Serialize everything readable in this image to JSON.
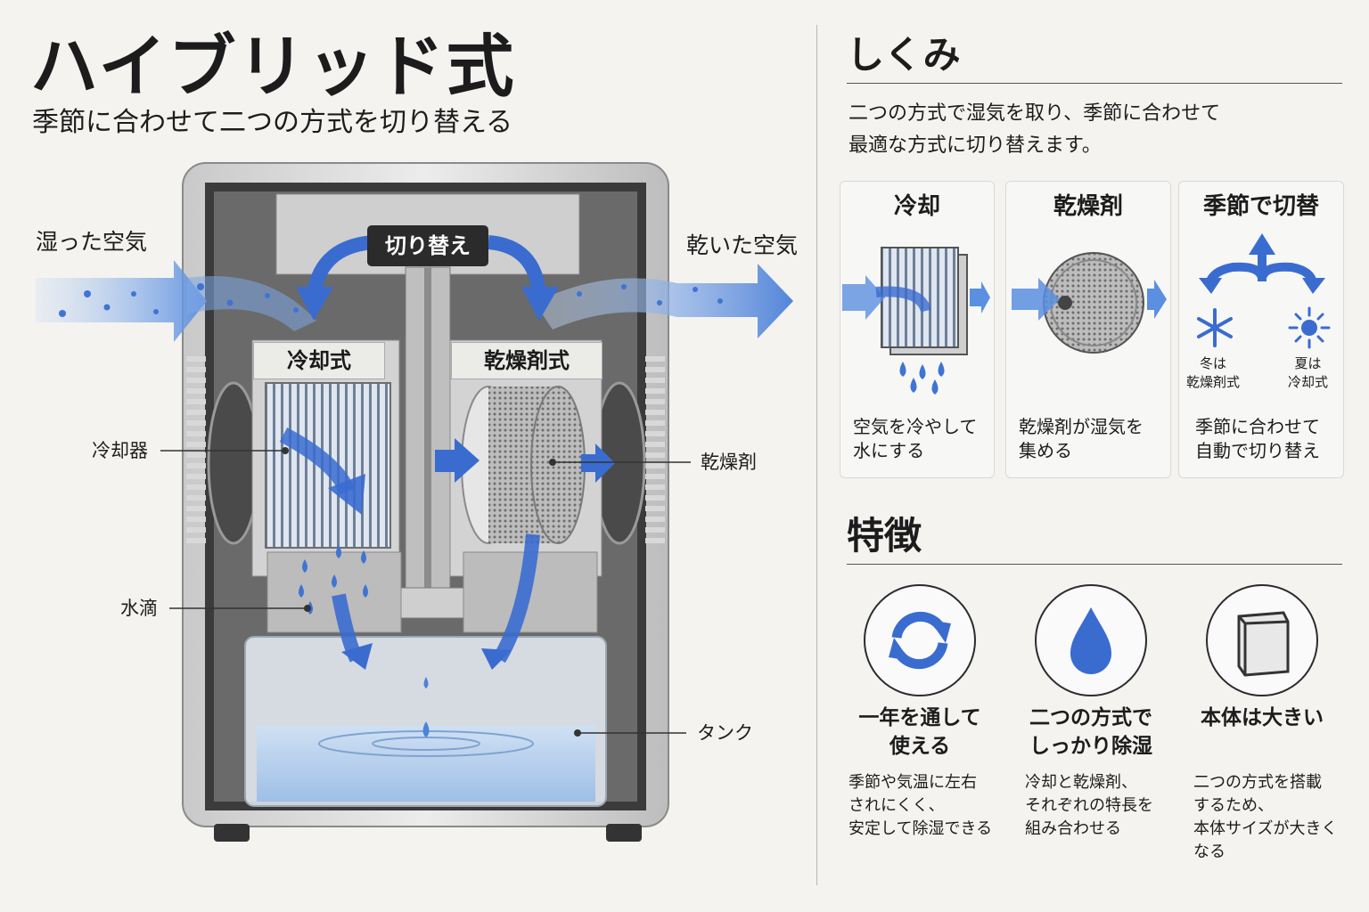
{
  "header": {
    "title": "ハイブリッド式",
    "subtitle": "季節に合わせて二つの方式を切り替える"
  },
  "diagram": {
    "switch_label": "切り替え",
    "left_unit_label": "冷却式",
    "right_unit_label": "乾燥剤式",
    "inflow_label": "湿った空気",
    "outflow_label": "乾いた空気",
    "callouts": {
      "cooler": "冷却器",
      "droplets": "水滴",
      "tank": "タンク",
      "desiccant": "乾燥剤"
    }
  },
  "mechanism": {
    "heading": "しくみ",
    "description_line1": "二つの方式で湿気を取り、季節に合わせて",
    "description_line2": "最適な方式に切り替えます。",
    "cards": [
      {
        "title": "冷却",
        "text_line1": "空気を冷やして",
        "text_line2": "水にする"
      },
      {
        "title": "乾燥剤",
        "text_line1": "乾燥剤が湿気を",
        "text_line2": "集める"
      },
      {
        "title": "季節で切替",
        "text_line1": "季節に合わせて",
        "text_line2": "自動で切り替え",
        "winter_line1": "冬は",
        "winter_line2": "乾燥剤式",
        "summer_line1": "夏は",
        "summer_line2": "冷却式"
      }
    ]
  },
  "features": {
    "heading": "特徴",
    "items": [
      {
        "icon": "cycle-icon",
        "title_line1": "一年を通して",
        "title_line2": "使える",
        "text_line1": "季節や気温に左右",
        "text_line2": "されにくく、",
        "text_line3": "安定して除湿できる"
      },
      {
        "icon": "water-drop-icon",
        "title_line1": "二つの方式で",
        "title_line2": "しっかり除湿",
        "text_line1": "冷却と乾燥剤、",
        "text_line2": "それぞれの特長を",
        "text_line3": "組み合わせる"
      },
      {
        "icon": "device-icon",
        "title_line1": "本体は大きい",
        "title_line2": "",
        "text_line1": "二つの方式を搭載",
        "text_line2": "するため、",
        "text_line3": "本体サイズが大きく",
        "text_line4": "なる"
      }
    ]
  },
  "colors": {
    "accent_blue": "#3a6cd0",
    "air_blue": "#8fb6ec",
    "ink": "#1c1c1c"
  }
}
